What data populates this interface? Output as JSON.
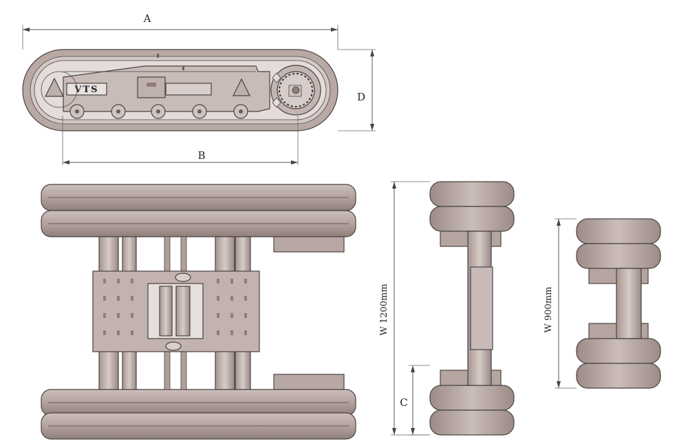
{
  "drawing": {
    "views": {
      "side_view": {
        "plate_text": "VTS"
      },
      "top_view": {},
      "front_view": {},
      "front_view_narrow": {}
    },
    "dimensions": {
      "A": "A",
      "B": "B",
      "C": "C",
      "D": "D",
      "W1": "W 1200mm",
      "W2": "W 900mm"
    },
    "colors": {
      "track": "#b3a29e",
      "track_dark": "#8e7e7a",
      "track_light": "#d2c6c3",
      "frame": "#c4b6b2",
      "edge": "#4a4240"
    }
  }
}
